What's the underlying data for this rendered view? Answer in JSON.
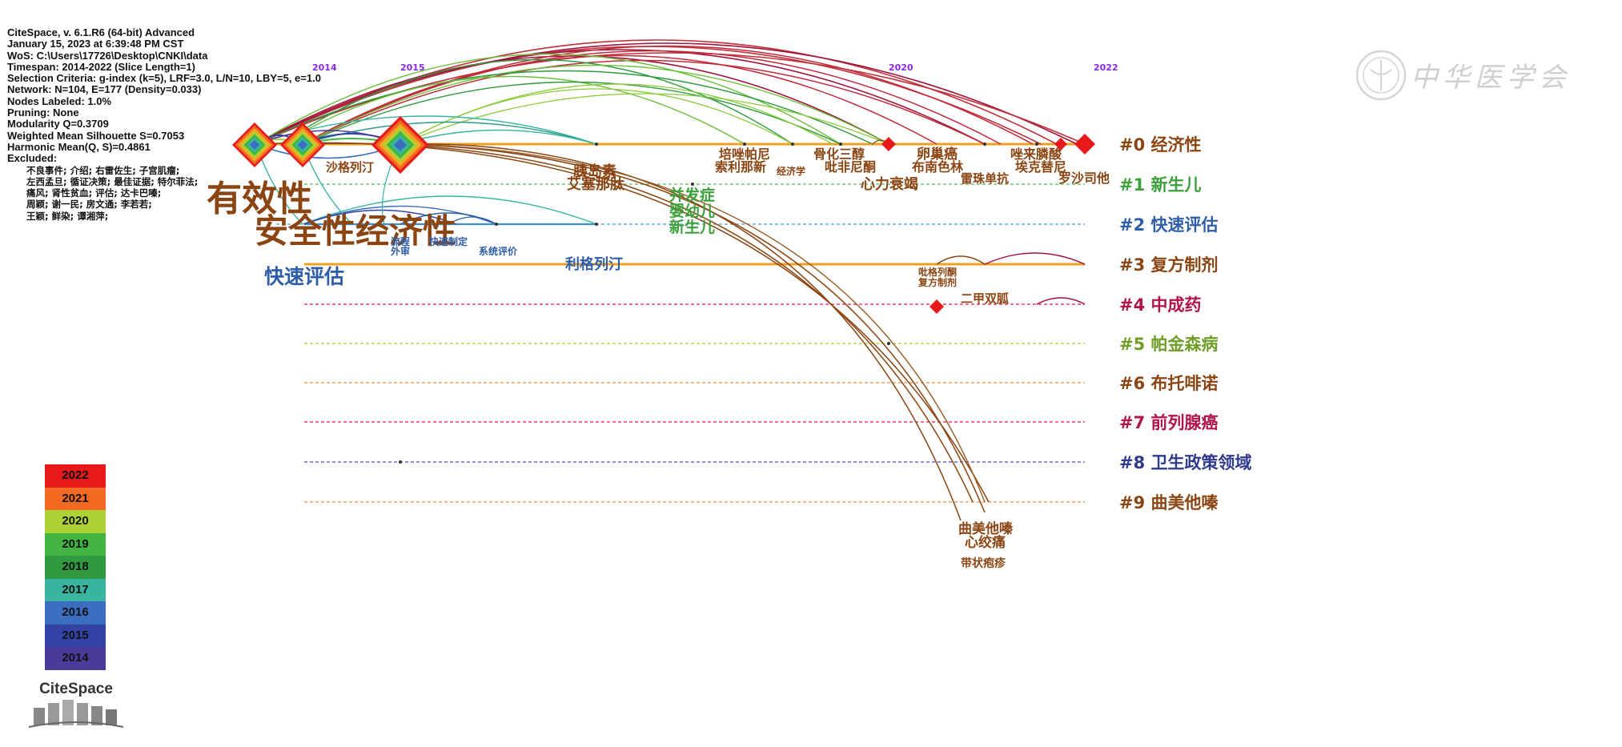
{
  "header_info": {
    "lines": [
      "CiteSpace, v. 6.1.R6 (64-bit) Advanced",
      "January 15, 2023 at 6:39:48 PM CST",
      "WoS: C:\\Users\\17726\\Desktop\\CNKI\\data",
      "Timespan: 2014-2022 (Slice Length=1)",
      "Selection Criteria: g-index (k=5), LRF=3.0, L/N=10, LBY=5, e=1.0",
      "Network: N=104, E=177 (Density=0.033)",
      "Nodes Labeled: 1.0%",
      "Pruning: None",
      "Modularity Q=0.3709",
      "Weighted Mean Silhouette S=0.7053",
      "Harmonic Mean(Q, S)=0.4861",
      "Excluded:"
    ],
    "excluded": [
      "不良事件; 介绍; 右雷佐生; 子宫肌瘤;",
      "左西孟旦; 循证决策; 最佳证据; 特尔菲法;",
      "痛风; 肾性贫血; 评估; 达卡巴嗪;",
      "周颖; 谢一民; 房文通; 李若若;",
      "王颖; 鲜染; 谭湘萍;"
    ]
  },
  "year_axis": [
    "2014",
    "2015",
    "2020",
    "2022"
  ],
  "year_legend": [
    {
      "year": "2022",
      "color": "#e8191b"
    },
    {
      "year": "2021",
      "color": "#f26a22"
    },
    {
      "year": "2020",
      "color": "#aed136"
    },
    {
      "year": "2019",
      "color": "#42b441"
    },
    {
      "year": "2018",
      "color": "#2f9a3f"
    },
    {
      "year": "2017",
      "color": "#38b5a0"
    },
    {
      "year": "2016",
      "color": "#3b6ec1"
    },
    {
      "year": "2015",
      "color": "#3342a5"
    },
    {
      "year": "2014",
      "color": "#4a3b9a"
    }
  ],
  "clusters": [
    {
      "label": "#0 经济性",
      "color": "#8b4513",
      "line_color": "#f0a020"
    },
    {
      "label": "#1 新生儿",
      "color": "#3ca03c",
      "line_color": "#72c472"
    },
    {
      "label": "#2 快速评估",
      "color": "#2e5ea8",
      "line_color": "#6aaed8"
    },
    {
      "label": "#3 复方制剂",
      "color": "#8b4513",
      "line_color": "#f0a020"
    },
    {
      "label": "#4 中成药",
      "color": "#b0144a",
      "line_color": "#e83a70"
    },
    {
      "label": "#5 帕金森病",
      "color": "#6f9e28",
      "line_color": "#b8d44a"
    },
    {
      "label": "#6 布托啡诺",
      "color": "#8b4513",
      "line_color": "#f0a060"
    },
    {
      "label": "#7 前列腺癌",
      "color": "#b0144a",
      "line_color": "#e83a70"
    },
    {
      "label": "#8 卫生政策领域",
      "color": "#2e3a8c",
      "line_color": "#6a6ac8"
    },
    {
      "label": "#9 曲美他嗪",
      "color": "#8b4513",
      "line_color": "#f0a060"
    }
  ],
  "keywords": [
    {
      "text": "有效性",
      "color": "#8b4513"
    },
    {
      "text": "安全性经济性",
      "color": "#8b4513"
    },
    {
      "text": "快速评估",
      "color": "#2e5ea8"
    },
    {
      "text": "沙格列汀",
      "color": "#8b4513"
    },
    {
      "text": "胰岛素",
      "color": "#8b4513"
    },
    {
      "text": "艾塞那肽",
      "color": "#8b4513"
    },
    {
      "text": "培唑帕尼",
      "color": "#8b4513"
    },
    {
      "text": "索利那新",
      "color": "#8b4513"
    },
    {
      "text": "经济学",
      "color": "#8b4513"
    },
    {
      "text": "骨化三醇",
      "color": "#8b4513"
    },
    {
      "text": "吡非尼酮",
      "color": "#8b4513"
    },
    {
      "text": "卵巢癌",
      "color": "#8b4513"
    },
    {
      "text": "布南色林",
      "color": "#8b4513"
    },
    {
      "text": "唑来膦酸",
      "color": "#8b4513"
    },
    {
      "text": "埃克替尼",
      "color": "#8b4513"
    },
    {
      "text": "罗沙司他",
      "color": "#8b4513"
    },
    {
      "text": "心力衰竭",
      "color": "#8b4513"
    },
    {
      "text": "雷珠单抗",
      "color": "#8b4513"
    },
    {
      "text": "并发症",
      "color": "#3ca03c"
    },
    {
      "text": "婴幼儿",
      "color": "#3ca03c"
    },
    {
      "text": "新生儿",
      "color": "#3ca03c"
    },
    {
      "text": "流程",
      "color": "#2e5ea8"
    },
    {
      "text": "外审",
      "color": "#2e5ea8"
    },
    {
      "text": "快速制定",
      "color": "#2e5ea8"
    },
    {
      "text": "系统评价",
      "color": "#2e5ea8"
    },
    {
      "text": "利格列汀",
      "color": "#2e5ea8"
    },
    {
      "text": "吡格列酮",
      "color": "#8b4513"
    },
    {
      "text": "复方制剂",
      "color": "#8b4513"
    },
    {
      "text": "二甲双胍",
      "color": "#8b4513"
    },
    {
      "text": "曲美他嗪",
      "color": "#8b4513"
    },
    {
      "text": "心绞痛",
      "color": "#8b4513"
    },
    {
      "text": "带状疱疹",
      "color": "#8b4513"
    }
  ],
  "logo_text": "CiteSpace",
  "watermark_text": "中华医学会"
}
